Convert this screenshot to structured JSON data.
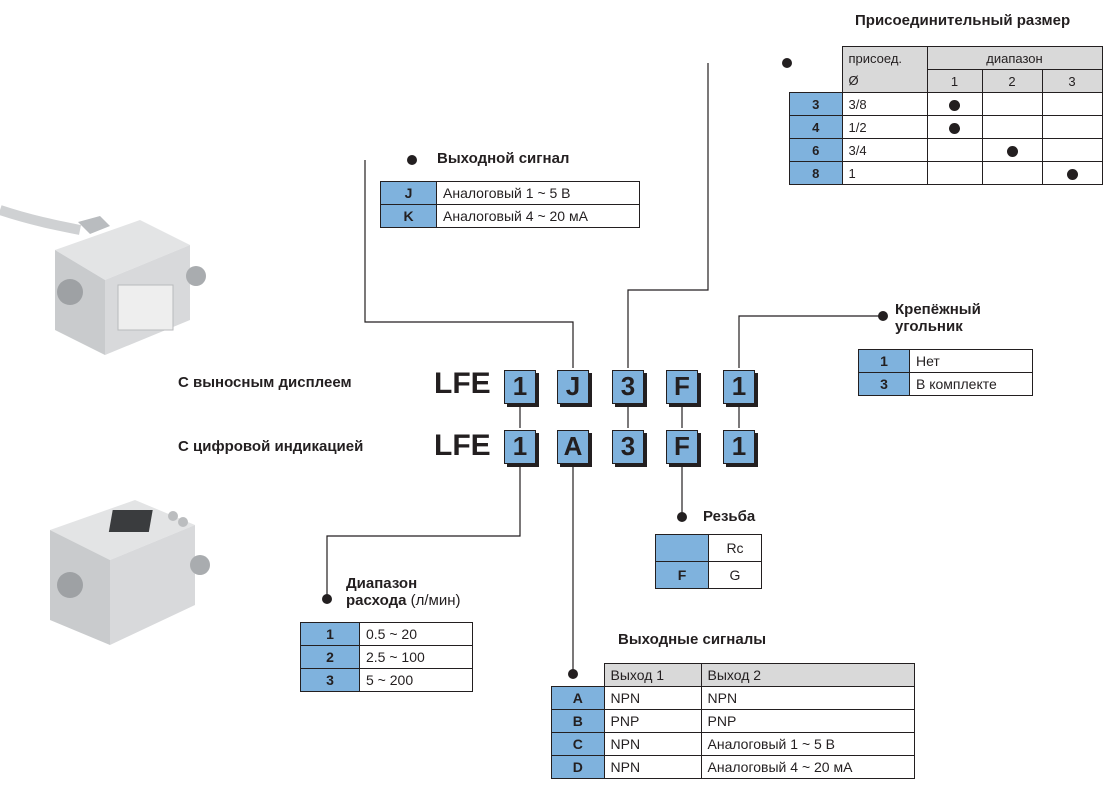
{
  "colors": {
    "code_cell": "#7fb2dd",
    "header_cell": "#d9d9d9",
    "ink": "#231f20"
  },
  "rows": {
    "remote": {
      "label": "С выносным дисплеем",
      "prefix": "LFE",
      "codes": [
        "1",
        "J",
        "3",
        "F",
        "1"
      ]
    },
    "digital": {
      "label": "С цифровой индикацией",
      "prefix": "LFE",
      "codes": [
        "1",
        "A",
        "3",
        "F",
        "1"
      ]
    }
  },
  "output_signal": {
    "title": "Выходной сигнал",
    "rows": [
      {
        "code": "J",
        "text": "Аналоговый 1 ~ 5 В"
      },
      {
        "code": "K",
        "text": "Аналоговый 4 ~ 20 мА"
      }
    ]
  },
  "connection_size": {
    "title": "Присоединительный размер",
    "header_conn": "присоед.",
    "header_dia": "Ø",
    "header_range": "диапазон",
    "range_cols": [
      "1",
      "2",
      "3"
    ],
    "rows": [
      {
        "code": "3",
        "size": "3/8",
        "marks": [
          true,
          false,
          false
        ]
      },
      {
        "code": "4",
        "size": "1/2",
        "marks": [
          true,
          false,
          false
        ]
      },
      {
        "code": "6",
        "size": "3/4",
        "marks": [
          false,
          true,
          false
        ]
      },
      {
        "code": "8",
        "size": "1",
        "marks": [
          false,
          false,
          true
        ]
      }
    ]
  },
  "bracket": {
    "title_line1": "Крепёжный",
    "title_line2": "угольник",
    "rows": [
      {
        "code": "1",
        "text": "Нет"
      },
      {
        "code": "3",
        "text": "В комплекте"
      }
    ]
  },
  "thread": {
    "title": "Резьба",
    "rows": [
      {
        "code": "",
        "text": "Rc"
      },
      {
        "code": "F",
        "text": "G"
      }
    ]
  },
  "flow_range": {
    "title_line1": "Диапазон",
    "title_line2": "расхода",
    "unit": "(л/мин)",
    "rows": [
      {
        "code": "1",
        "text": "0.5 ~ 20"
      },
      {
        "code": "2",
        "text": "2.5 ~ 100"
      },
      {
        "code": "3",
        "text": "5 ~ 200"
      }
    ]
  },
  "output_signals": {
    "title": "Выходные сигналы",
    "headers": [
      "Выход 1",
      "Выход 2"
    ],
    "rows": [
      {
        "code": "A",
        "out1": "NPN",
        "out2": "NPN"
      },
      {
        "code": "B",
        "out1": "PNP",
        "out2": "PNP"
      },
      {
        "code": "C",
        "out1": "NPN",
        "out2": "Аналоговый 1 ~ 5 В"
      },
      {
        "code": "D",
        "out1": "NPN",
        "out2": "Аналоговый 4 ~ 20 мА"
      }
    ]
  },
  "images": {
    "top": "flow-sensor-remote-display-photo",
    "bottom": "flow-sensor-digital-display-photo"
  }
}
